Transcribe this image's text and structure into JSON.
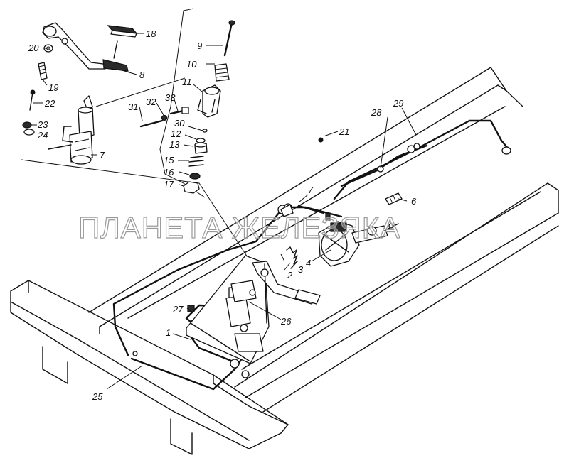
{
  "watermark": "ПЛАНЕТА ЖЕЛЕЗЯКА",
  "callouts": {
    "c1": "1",
    "c2": "2",
    "c3": "3",
    "c4": "4",
    "c6": "6",
    "c7a": "7",
    "c7b": "7",
    "c8": "8",
    "c9": "9",
    "c10": "10",
    "c11": "11",
    "c12": "12",
    "c13": "13",
    "c15": "15",
    "c16": "16",
    "c17": "17",
    "c18": "18",
    "c19": "19",
    "c20": "20",
    "c21": "21",
    "c22": "22",
    "c23": "23",
    "c24": "24",
    "c25": "25",
    "c26": "26",
    "c27": "27",
    "c28": "28",
    "c29": "29",
    "c30": "30",
    "c31": "31",
    "c32": "32",
    "c33": "33"
  },
  "colors": {
    "ink": "#111111",
    "paper": "#ffffff",
    "watermark_outline": "#9a9a9a"
  }
}
